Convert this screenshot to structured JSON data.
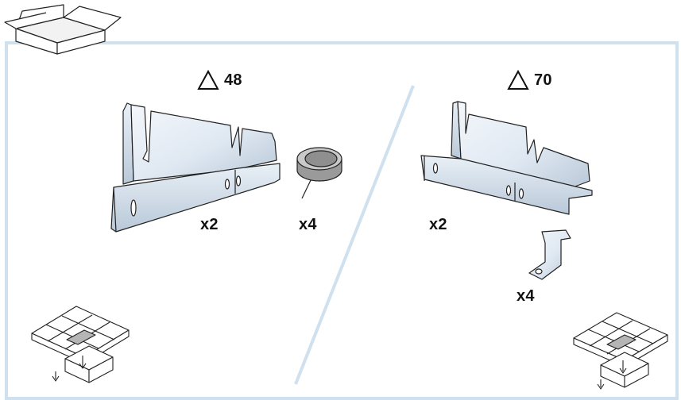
{
  "variants": [
    {
      "label": "48",
      "icon": "triangle-outline-icon"
    },
    {
      "label": "70",
      "icon": "triangle-outline-icon"
    }
  ],
  "quantities": {
    "left_bracket": "x2",
    "glides": "x4",
    "right_bracket": "x2",
    "clip": "x4"
  },
  "colors": {
    "frame": "#cfe0ef",
    "metal_light": "#eef3f9",
    "metal_dark": "#b9c7d6",
    "line": "#111111",
    "tile_shade": "#b5b5b5"
  },
  "icons": [
    "open-box-icon",
    "ceiling-tile-remove-icon",
    "down-arrow-icon"
  ]
}
